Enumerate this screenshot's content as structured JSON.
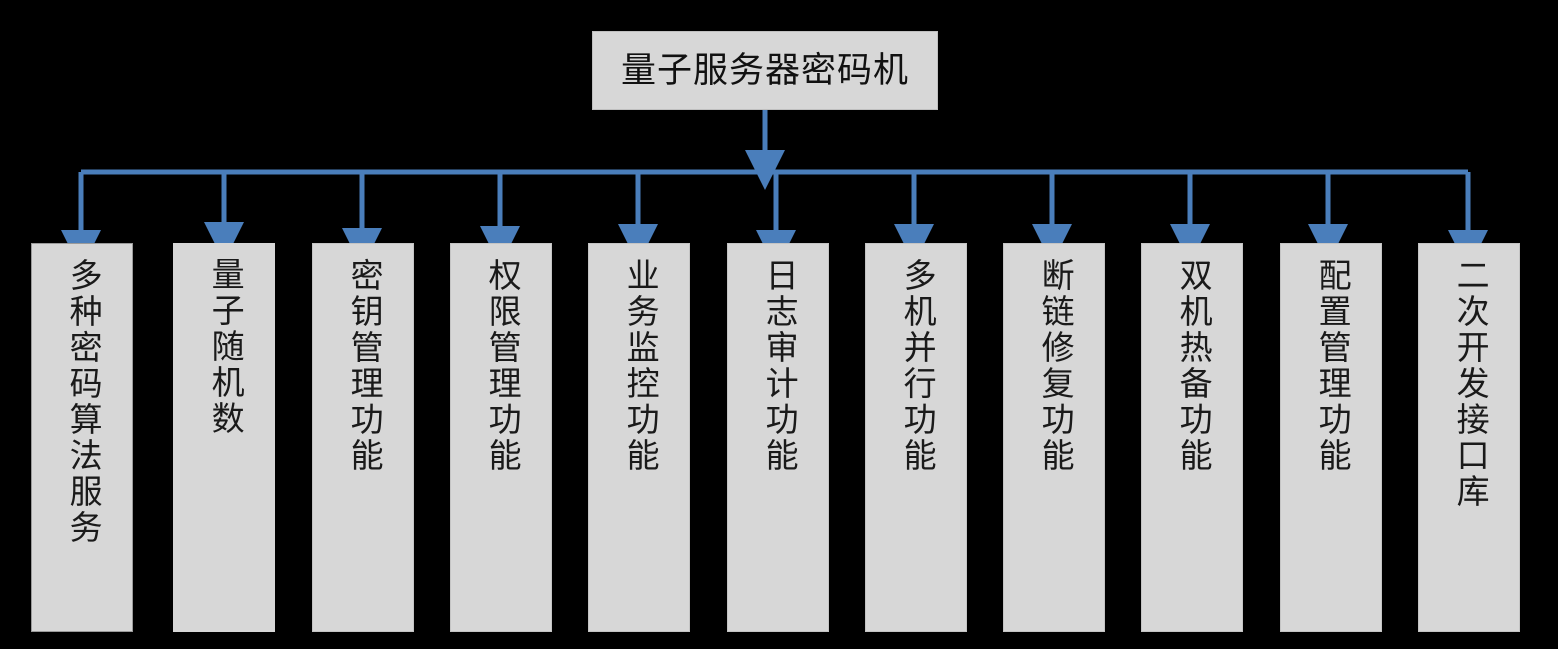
{
  "diagram": {
    "title": "量子服务器密码机",
    "orientation": "top-down-bus",
    "text_direction": "vertical",
    "colors": {
      "background": "#000000",
      "node_fill": "#d7d7d7",
      "node_border": "#9a9a9a",
      "connector": "#4a7ebb",
      "text": "#111111"
    },
    "root": {
      "label": "量子服务器密码机"
    },
    "children": [
      {
        "label": "多种密码算法服务"
      },
      {
        "label": "量子随机数"
      },
      {
        "label": "密钥管理功能"
      },
      {
        "label": "权限管理功能"
      },
      {
        "label": "业务监控功能"
      },
      {
        "label": "日志审计功能"
      },
      {
        "label": "多机并行功能"
      },
      {
        "label": "断链修复功能"
      },
      {
        "label": "双机热备功能"
      },
      {
        "label": "配置管理功能"
      },
      {
        "label": "二次开发接口库"
      }
    ]
  }
}
